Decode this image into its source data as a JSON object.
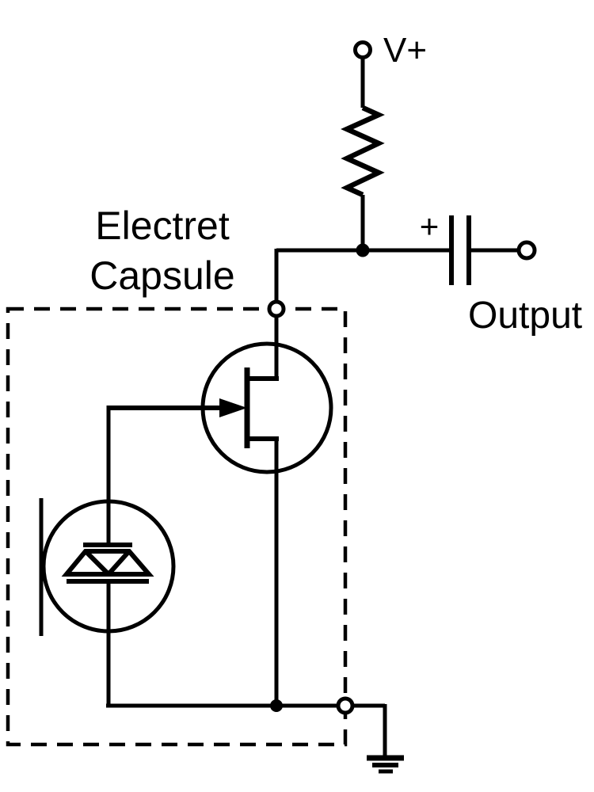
{
  "page": {
    "background": "#ffffff",
    "ink": "#000000"
  },
  "diagram": {
    "kind": "circuit-schematic",
    "subject": "electret-microphone-capsule-preamp-circuit",
    "labels": {
      "supply": "V+",
      "output": "Output",
      "capacitor_polarity": "+",
      "capsule_line1": "Electret",
      "capsule_line2": "Capsule"
    },
    "components": [
      {
        "name": "v-plus-terminal",
        "kind": "open-circle-terminal"
      },
      {
        "name": "bias-resistor",
        "kind": "resistor-zigzag"
      },
      {
        "name": "coupling-capacitor",
        "kind": "polarized-capacitor"
      },
      {
        "name": "output-terminal",
        "kind": "open-circle-terminal"
      },
      {
        "name": "electret-capsule-boundary",
        "kind": "dashed-rectangle"
      },
      {
        "name": "capsule-drain-terminal",
        "kind": "open-circle-terminal"
      },
      {
        "name": "jfet-transistor",
        "kind": "n-channel-jfet"
      },
      {
        "name": "electret-element",
        "kind": "condenser-mic-element"
      },
      {
        "name": "capsule-ground-terminal",
        "kind": "open-circle-terminal"
      },
      {
        "name": "ground-symbol",
        "kind": "earth-ground"
      }
    ]
  }
}
